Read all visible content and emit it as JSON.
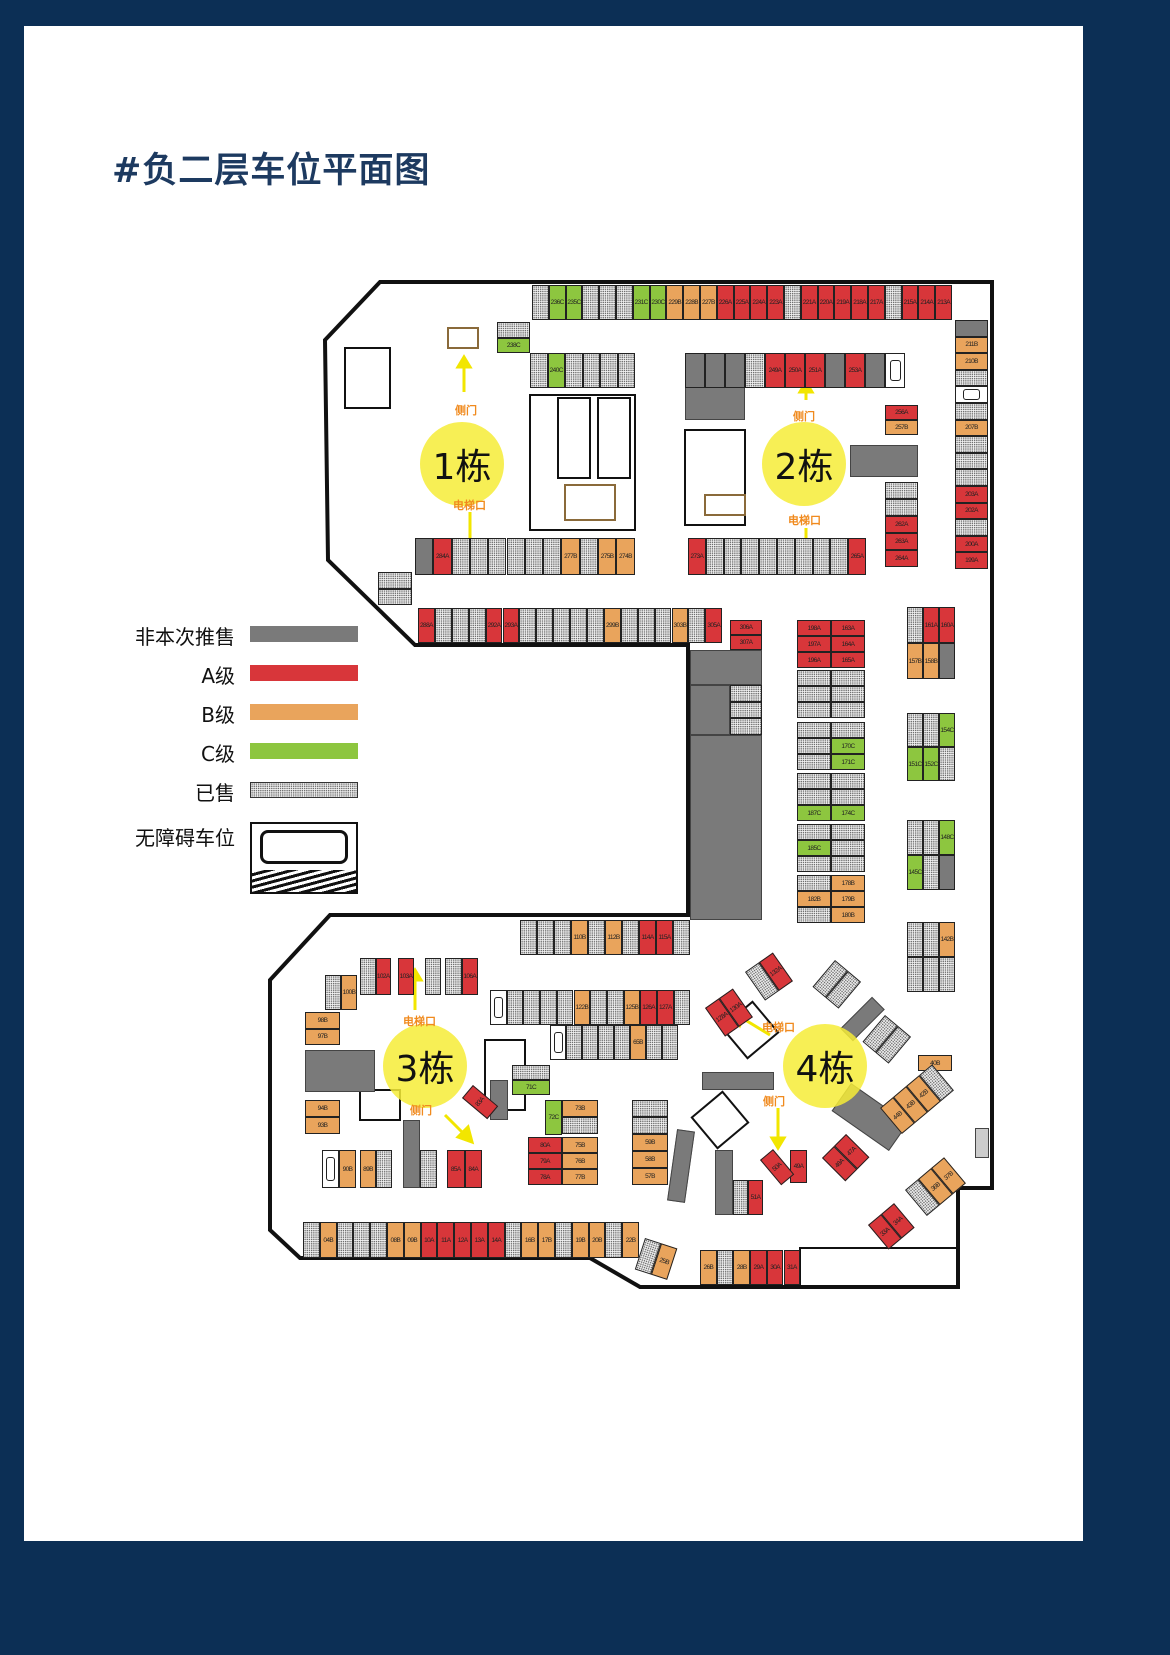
{
  "title": "#负二层车位平面图",
  "buildings": [
    {
      "label": "1栋"
    },
    {
      "label": "2栋"
    },
    {
      "label": "3栋"
    },
    {
      "label": "4栋"
    }
  ],
  "entrances": {
    "side_door": "侧门",
    "elevator": "电梯口"
  },
  "legend": [
    {
      "label": "非本次推售",
      "code": "N"
    },
    {
      "label": "A级",
      "code": "A"
    },
    {
      "label": "B级",
      "code": "B"
    },
    {
      "label": "C级",
      "code": "C"
    },
    {
      "label": "已售",
      "code": "S"
    },
    {
      "label": "无障碍车位",
      "code": "D"
    }
  ],
  "colors": {
    "A": "#d8363a",
    "B": "#e9a45c",
    "C": "#8dc63f",
    "N": "#7a7a7a",
    "frame": "#0c2f55"
  },
  "spot_groups": [
    {
      "id": "top-row",
      "spots": [
        "S",
        "236C",
        "235C",
        "S",
        "S",
        "S",
        "231C",
        "230C",
        "229B",
        "228B",
        "227B",
        "226A",
        "225A",
        "224A",
        "223A",
        "S",
        "221A",
        "220A",
        "219A",
        "218A",
        "217A",
        "S",
        "215A",
        "214A",
        "213A"
      ]
    },
    {
      "id": "right-col",
      "spots": [
        "N",
        "211B",
        "210B",
        "S",
        "D",
        "S",
        "207B",
        "S",
        "S",
        "S",
        "203A",
        "202A",
        "S",
        "200A",
        "199A"
      ]
    },
    {
      "id": "b238",
      "spots": [
        "S",
        "238C"
      ]
    },
    {
      "id": "b1-upper",
      "spots": [
        "S",
        "240C",
        "S",
        "S",
        "S",
        "S"
      ]
    },
    {
      "id": "b2-upper",
      "spots": [
        "N",
        "N",
        "N",
        "S",
        "249A",
        "250A",
        "251A",
        "N",
        "253A",
        "N",
        "D"
      ]
    },
    {
      "id": "b256",
      "spots": [
        "256A",
        "257B"
      ]
    },
    {
      "id": "b262",
      "spots": [
        "S",
        "S",
        "262A",
        "263A",
        "264A"
      ]
    },
    {
      "id": "b1-lower",
      "spots": [
        "N",
        "284A",
        "S",
        "S",
        "S",
        "S",
        "S",
        "S",
        "277B",
        "S",
        "275B",
        "274B"
      ]
    },
    {
      "id": "b2-lower",
      "spots": [
        "273A",
        "S",
        "S",
        "S",
        "S",
        "S",
        "S",
        "S",
        "S",
        "265A"
      ]
    },
    {
      "id": "left-sold",
      "spots": [
        "S",
        "S"
      ]
    },
    {
      "id": "row-288",
      "spots": [
        "288A",
        "S",
        "S",
        "S",
        "292A",
        "293A",
        "S",
        "S",
        "S",
        "S",
        "S",
        "299B",
        "S",
        "S",
        "S",
        "303B",
        "S",
        "305A"
      ]
    },
    {
      "id": "b306",
      "spots": [
        "306A",
        "307A"
      ]
    },
    {
      "id": "ramp-sold",
      "spots": [
        "S",
        "S",
        "S"
      ]
    },
    {
      "id": "mid-1",
      "spots": [
        "198A",
        "163A",
        "197A",
        "164A",
        "196A",
        "165A"
      ]
    },
    {
      "id": "mid-2",
      "spots": [
        "S",
        "S",
        "S",
        "S",
        "S",
        "S"
      ]
    },
    {
      "id": "mid-3",
      "spots": [
        "S",
        "S",
        "S",
        "170C",
        "S",
        "171C"
      ]
    },
    {
      "id": "mid-4",
      "spots": [
        "S",
        "S",
        "S",
        "S",
        "187C",
        "174C"
      ]
    },
    {
      "id": "mid-5",
      "spots": [
        "S",
        "S",
        "185C",
        "S",
        "S",
        "S"
      ]
    },
    {
      "id": "mid-6",
      "spots": [
        "S",
        "178B",
        "182B",
        "179B",
        "S",
        "180B"
      ]
    },
    {
      "id": "east-1",
      "spots": [
        "S",
        "161A",
        "160A",
        "157B",
        "158B",
        "N"
      ]
    },
    {
      "id": "east-2",
      "spots": [
        "S",
        "S",
        "154C",
        "151C",
        "152C",
        "S"
      ]
    },
    {
      "id": "east-3",
      "spots": [
        "S",
        "S",
        "148C",
        "145C",
        "S",
        "N"
      ]
    },
    {
      "id": "east-4",
      "spots": [
        "S",
        "S",
        "142B",
        "S",
        "S",
        "S"
      ]
    },
    {
      "id": "row-110",
      "spots": [
        "S",
        "S",
        "S",
        "110B",
        "S",
        "112B",
        "S",
        "114A",
        "115A",
        "S"
      ]
    },
    {
      "id": "b100",
      "spots": [
        "S",
        "100B"
      ]
    },
    {
      "id": "b102",
      "spots": [
        "S",
        "102A"
      ]
    },
    {
      "id": "b103",
      "spots": [
        "103A"
      ]
    },
    {
      "id": "b104",
      "spots": [
        "S"
      ]
    },
    {
      "id": "b106",
      "spots": [
        "S",
        "106A"
      ]
    },
    {
      "id": "row-122",
      "spots": [
        "D",
        "S",
        "S",
        "S",
        "S",
        "122B",
        "S",
        "S",
        "125B",
        "126A",
        "127A",
        "S"
      ]
    },
    {
      "id": "row-65",
      "spots": [
        "D",
        "S",
        "S",
        "S",
        "S",
        "65B",
        "S",
        "S"
      ]
    },
    {
      "id": "b98",
      "spots": [
        "98B",
        "97B"
      ]
    },
    {
      "id": "b94",
      "spots": [
        "94B",
        "93B"
      ]
    },
    {
      "id": "b90",
      "spots": [
        "D",
        "90B"
      ]
    },
    {
      "id": "b89",
      "spots": [
        "89B",
        "S"
      ]
    },
    {
      "id": "b71",
      "spots": [
        "S",
        "71C"
      ]
    },
    {
      "id": "b72",
      "spots": [
        "72C"
      ]
    },
    {
      "id": "b73",
      "spots": [
        "73B",
        "S"
      ]
    },
    {
      "id": "b80",
      "spots": [
        "80A",
        "79A",
        "78A"
      ]
    },
    {
      "id": "b75",
      "spots": [
        "75B",
        "76B",
        "77B"
      ]
    },
    {
      "id": "b59",
      "spots": [
        "S",
        "S",
        "59B",
        "58B",
        "57B"
      ]
    },
    {
      "id": "b85s",
      "spots": [
        "S"
      ]
    },
    {
      "id": "b85",
      "spots": [
        "85A",
        "84A"
      ]
    },
    {
      "id": "b83",
      "spots": [
        "83A"
      ]
    },
    {
      "id": "b51",
      "spots": [
        "S",
        "51A"
      ]
    },
    {
      "id": "b49",
      "spots": [
        "49A"
      ]
    },
    {
      "id": "b50",
      "spots": [
        "50A"
      ]
    },
    {
      "id": "b47",
      "spots": [
        "48A",
        "47A"
      ]
    },
    {
      "id": "b128",
      "spots": [
        "128A",
        "130A"
      ]
    },
    {
      "id": "b132",
      "spots": [
        "S",
        "132A"
      ]
    },
    {
      "id": "b4ne1",
      "spots": [
        "S",
        "S"
      ]
    },
    {
      "id": "b4ne2",
      "spots": [
        "S",
        "S"
      ]
    },
    {
      "id": "b40",
      "spots": [
        "40B"
      ]
    },
    {
      "id": "b42",
      "spots": [
        "44B",
        "43B",
        "42B",
        "S"
      ]
    },
    {
      "id": "b36",
      "spots": [
        "S",
        "36B",
        "37B"
      ]
    },
    {
      "id": "b33",
      "spots": [
        "33A",
        "34A"
      ]
    },
    {
      "id": "bottom-row",
      "spots": [
        "S",
        "04B",
        "S",
        "S",
        "S",
        "08B",
        "09B",
        "10A",
        "11A",
        "12A",
        "13A",
        "14A",
        "S",
        "16B",
        "17B",
        "S",
        "19B",
        "20B",
        "S",
        "22B"
      ]
    },
    {
      "id": "b25",
      "spots": [
        "S",
        "25B"
      ]
    },
    {
      "id": "b26",
      "spots": [
        "26B",
        "S",
        "28B",
        "29A",
        "30A",
        "31A"
      ]
    }
  ]
}
